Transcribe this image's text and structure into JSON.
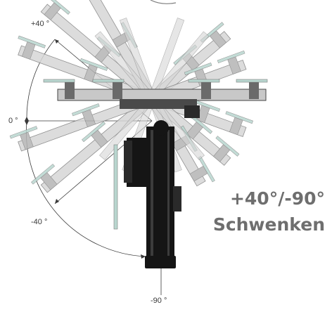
{
  "angles": {
    "plus40": "+40 °",
    "zero": "0 °",
    "minus40": "-40 °",
    "minus90": "-90 °"
  },
  "headline": {
    "line1": "+40°/-90°",
    "line2": "Schwenken"
  },
  "pivot_angles_deg": [
    40,
    20,
    0,
    -20,
    -40,
    -60,
    -90
  ],
  "colors": {
    "ghost_fill": "#d7d7d7",
    "ghost_stroke": "#7e7e7e",
    "glass": "#b9d6cf",
    "active": "#151515",
    "text": "#6e6e6e"
  }
}
